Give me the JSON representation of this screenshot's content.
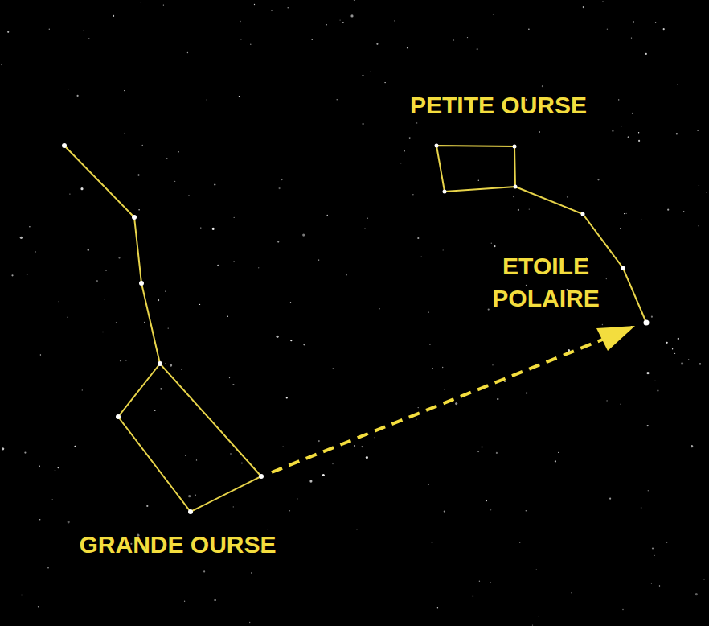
{
  "diagram": {
    "labels": [
      "PETITE OURSE",
      "ETOILE POLAIRE",
      "GRANDE OURSE"
    ]
  }
}
